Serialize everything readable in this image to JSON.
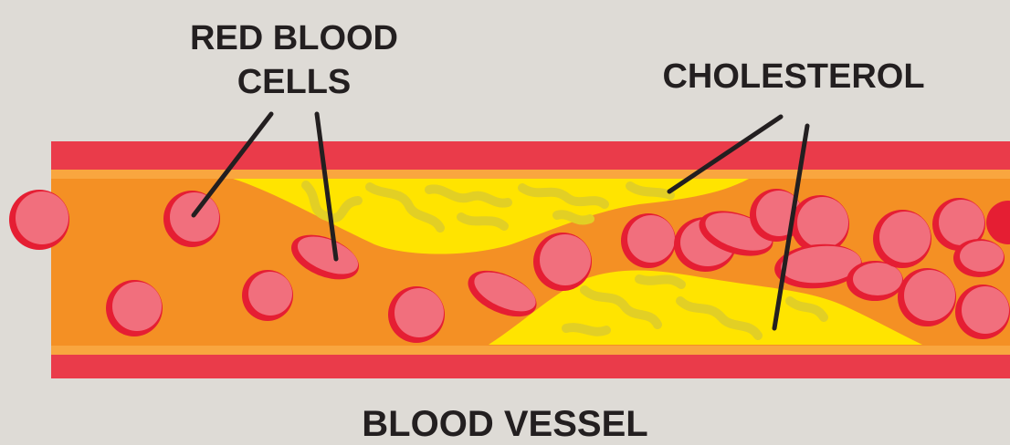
{
  "labels": {
    "red_blood_cells_line1": "RED BLOOD",
    "red_blood_cells_line2": "CELLS",
    "cholesterol": "CHOLESTEROL",
    "blood_vessel": "BLOOD VESSEL"
  },
  "colors": {
    "background": "#dedbd6",
    "vessel_wall": "#ea3b4a",
    "vessel_lining": "#f9a63f",
    "blood": "#f49024",
    "cholesterol": "#ffe400",
    "cholesterol_texture": "#e2cf25",
    "cell_fill": "#f16f7d",
    "cell_rim": "#e51e33",
    "text": "#231f20"
  }
}
